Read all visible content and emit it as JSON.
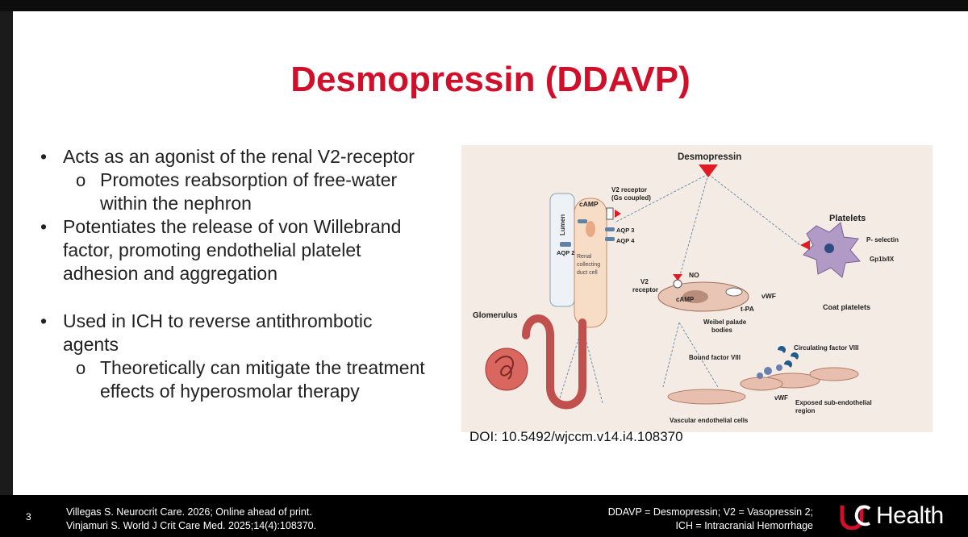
{
  "slide": {
    "title": "Desmopressin (DDAVP)",
    "bullets": [
      {
        "level": 1,
        "text": "Acts as an agonist of the renal V2-receptor"
      },
      {
        "level": 2,
        "lines": [
          "Promotes reabsorption of free-water",
          "within the nephron"
        ]
      },
      {
        "level": 1,
        "lines": [
          "Potentiates the release of von Willebrand",
          "factor, promoting endothelial platelet",
          "adhesion and aggregation"
        ]
      },
      {
        "level": 1,
        "lines": [
          "Used in ICH to reverse antithrombotic",
          "agents"
        ]
      },
      {
        "level": 2,
        "lines": [
          "Theoretically can mitigate the treatment",
          "effects of hyperosmolar therapy"
        ]
      }
    ],
    "doi": "DOI: 10.5492/wjccm.v14.i4.108370"
  },
  "figure": {
    "desmopressin": "Desmopressin",
    "v2_receptor": "V2 receptor",
    "gs_coupled": "(Gs coupled)",
    "camp": "cAMP",
    "lumen": "Lumen",
    "aqp2": "AQP 2",
    "aqp3": "AQP 3",
    "aqp4": "AQP 4",
    "renal": "Renal",
    "collecting": "collecting",
    "duct_cell": "duct cell",
    "glomerulus": "Glomerulus",
    "platelets": "Platelets",
    "p_selectin": "P- selectin",
    "gp1b": "Gp1b/IX",
    "coat_platelets": "Coat platelets",
    "v2": "V2",
    "receptor": "receptor",
    "no": "NO",
    "camp2": "cAMP",
    "vwf": "vWF",
    "tpa": "t-PA",
    "weibel": "Weibel palade",
    "bodies": "bodies",
    "bound_factor": "Bound factor VIII",
    "circulating_factor": "Circulating factor VIII",
    "vwf2": "vWF",
    "exposed": "Exposed sub-endothelial",
    "region": "region",
    "vascular": "Vascular endothelial cells"
  },
  "footer": {
    "slide_number": "3",
    "refs": [
      "Villegas S. Neurocrit Care. 2026; Online ahead of print.",
      "Vinjamuri S. World J Crit Care Med. 2025;14(4):108370."
    ],
    "abbreviations": [
      "DDAVP = Desmopressin; V2 = Vasopressin 2;",
      "ICH = Intracranial Hemorrhage"
    ],
    "logo_text": "Health"
  },
  "colors": {
    "title": "#d0102b",
    "accent_red": "#e01b24",
    "figure_bg": "#f4ece4"
  }
}
